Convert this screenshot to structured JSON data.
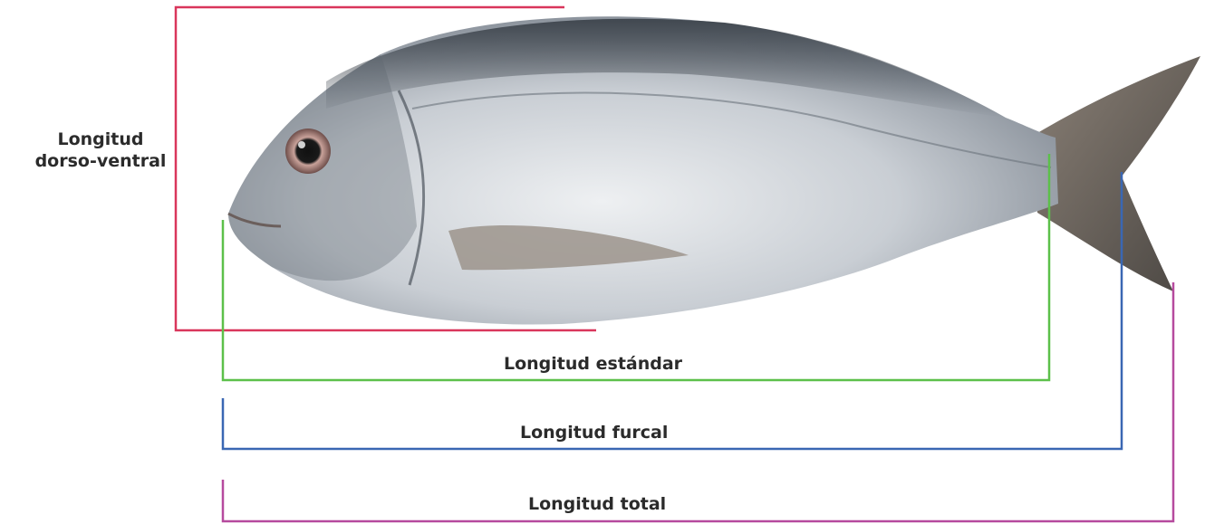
{
  "labels": {
    "dorso_ventral_line1": "Longitud",
    "dorso_ventral_line2": "dorso-ventral",
    "estandar": "Longitud estándar",
    "furcal": "Longitud furcal",
    "total": "Longitud total"
  },
  "colors": {
    "dorso_ventral": "#d9365b",
    "estandar": "#5cc04a",
    "furcal": "#3a67b3",
    "total": "#b64a9e"
  }
}
